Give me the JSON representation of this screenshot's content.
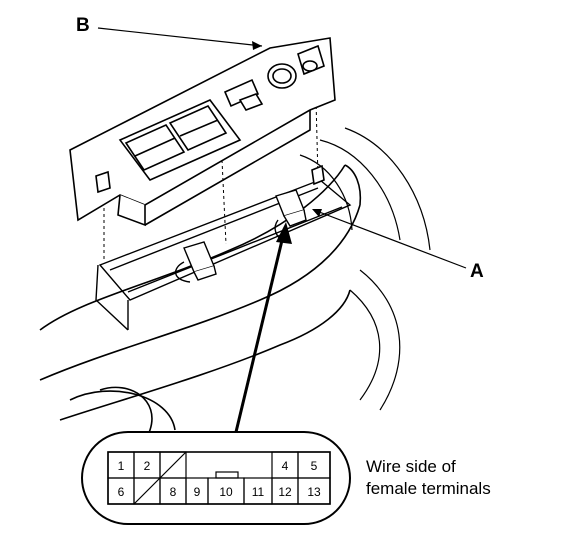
{
  "callouts": {
    "switch_panel": "B",
    "connector": "A"
  },
  "caption": {
    "line1": "Wire side of",
    "line2": "female terminals"
  },
  "connector_pins": {
    "top_row": [
      "1",
      "2",
      "4",
      "5"
    ],
    "bottom_row": [
      "6",
      "8",
      "9",
      "10",
      "11",
      "12",
      "13"
    ]
  }
}
